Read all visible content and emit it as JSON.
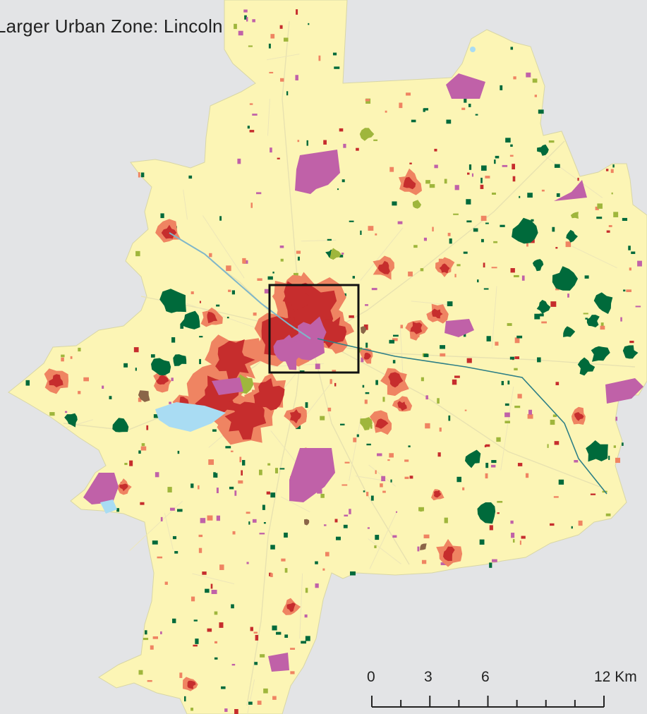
{
  "map": {
    "title": "Larger Urban Zone: Lincoln",
    "colors": {
      "background": "#e3e4e6",
      "agricultural": "#fcf5b5",
      "boundary": "#dedcb0",
      "forest": "#006a3b",
      "continuous_urban": "#c62d2d",
      "discontinuous_urban": "#ef8462",
      "industrial_commercial": "#c061a8",
      "green_urban": "#9fb63c",
      "water": "#a9dcf3",
      "construction": "#8a6548",
      "frame": "#111111"
    },
    "scale_bar": {
      "labels": [
        "0",
        "3",
        "6",
        "12 Km"
      ],
      "values_km": [
        0,
        3,
        6,
        12
      ]
    }
  }
}
